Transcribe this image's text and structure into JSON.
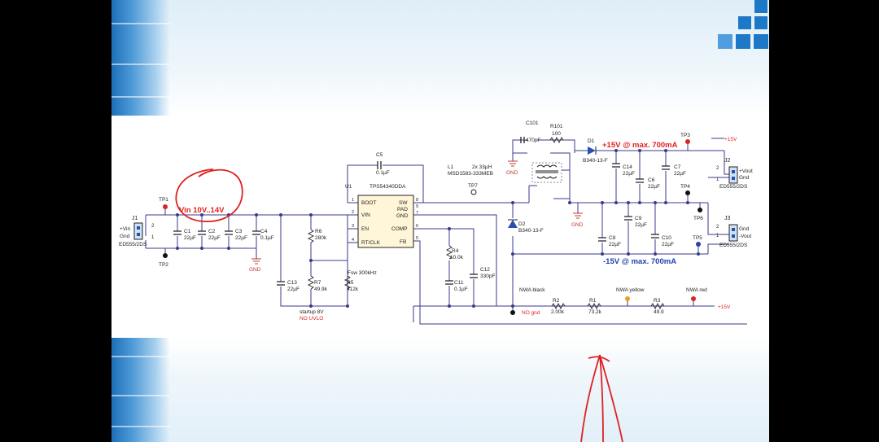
{
  "vin_note": "Vin 10V..14V",
  "pos_out_note": "+15V @ max. 700mA",
  "neg_out_note": "-15V @ max. 700mA",
  "ic": {
    "ref": "U1",
    "part": "TPS54340DDA",
    "pins": [
      {
        "num": "1",
        "name": "BOOT"
      },
      {
        "num": "2",
        "name": "VIN"
      },
      {
        "num": "3",
        "name": "EN"
      },
      {
        "num": "4",
        "name": "RT/CLK"
      },
      {
        "num": "8",
        "name": "SW"
      },
      {
        "num": "9",
        "name": "PAD"
      },
      {
        "num": "7",
        "name": "GND"
      },
      {
        "num": "6",
        "name": "COMP"
      },
      {
        "num": "5",
        "name": "FB"
      }
    ]
  },
  "connectors": {
    "j1": {
      "ref": "J1",
      "pin_top": "2",
      "pin_bot": "1",
      "label_top": "+Vin",
      "label_bot": "Gnd",
      "part": "ED555/2DS"
    },
    "j2": {
      "ref": "J2",
      "pin_top": "2",
      "pin_bot": "1",
      "label_top": "+Vout",
      "label_bot": "Gnd",
      "part": "ED555/2DS"
    },
    "j3": {
      "ref": "J3",
      "pin_top": "2",
      "pin_bot": "1",
      "label_top": "Gnd",
      "label_bot": "-Vout",
      "part": "ED555/2DS"
    }
  },
  "input_caps": [
    {
      "ref": "C1",
      "value": "22µF"
    },
    {
      "ref": "C2",
      "value": "22µF"
    },
    {
      "ref": "C3",
      "value": "22µF"
    },
    {
      "ref": "C4",
      "value": "0.1µF"
    }
  ],
  "parts": {
    "c5": {
      "ref": "C5",
      "value": "0.1µF"
    },
    "c13": {
      "ref": "C13",
      "value": "22µF"
    },
    "r6": {
      "ref": "R6",
      "value": "280k"
    },
    "r7": {
      "ref": "R7",
      "value": "49.9k"
    },
    "r5": {
      "ref": "R5",
      "value": "412k"
    },
    "fsw": "Fsw 300kHz",
    "startup": "startup 8V",
    "no_uvlo": "NO UVLO",
    "l1": {
      "ref": "L1",
      "value": "2x 33µH",
      "part": "MSD1583-333MEB"
    },
    "c101": {
      "ref": "C101",
      "value": "470pF"
    },
    "r101": {
      "ref": "R101",
      "value": "100"
    },
    "d1": {
      "ref": "D1",
      "part": "B340-13-F"
    },
    "d2": {
      "ref": "D2",
      "part": "B340-13-F"
    },
    "r4": {
      "ref": "R4",
      "value": "10.0k"
    },
    "c11": {
      "ref": "C11",
      "value": "0.1µF"
    },
    "c12": {
      "ref": "C12",
      "value": "330pF"
    },
    "c14": {
      "ref": "C14",
      "value": "22µF"
    },
    "c6": {
      "ref": "C6",
      "value": "22µF"
    },
    "c7": {
      "ref": "C7",
      "value": "22µF"
    },
    "c8": {
      "ref": "C8",
      "value": "22µF"
    },
    "c9": {
      "ref": "C9",
      "value": "22µF"
    },
    "c10": {
      "ref": "C10",
      "value": "22µF"
    },
    "r2": {
      "ref": "R2",
      "value": "2.00k"
    },
    "r1": {
      "ref": "R1",
      "value": "73.2k"
    },
    "r3": {
      "ref": "R3",
      "value": "49.9"
    }
  },
  "test_points": {
    "tp1": "TP1",
    "tp2": "TP2",
    "tp3": "TP3",
    "tp4": "TP4",
    "tp5": "TP5",
    "tp6": "TP6",
    "tp7": "TP7"
  },
  "nwa": {
    "black": "NWA black",
    "yellow": "NWA yellow",
    "red": "NWA red",
    "no_gnd": "NO gnd"
  },
  "gnd_label": "GND",
  "rail_label": "+15V",
  "colors": {
    "wire": "#3a3a8c",
    "component": "#222222",
    "annotation": "#e02020",
    "output_note": "#2040b0"
  }
}
